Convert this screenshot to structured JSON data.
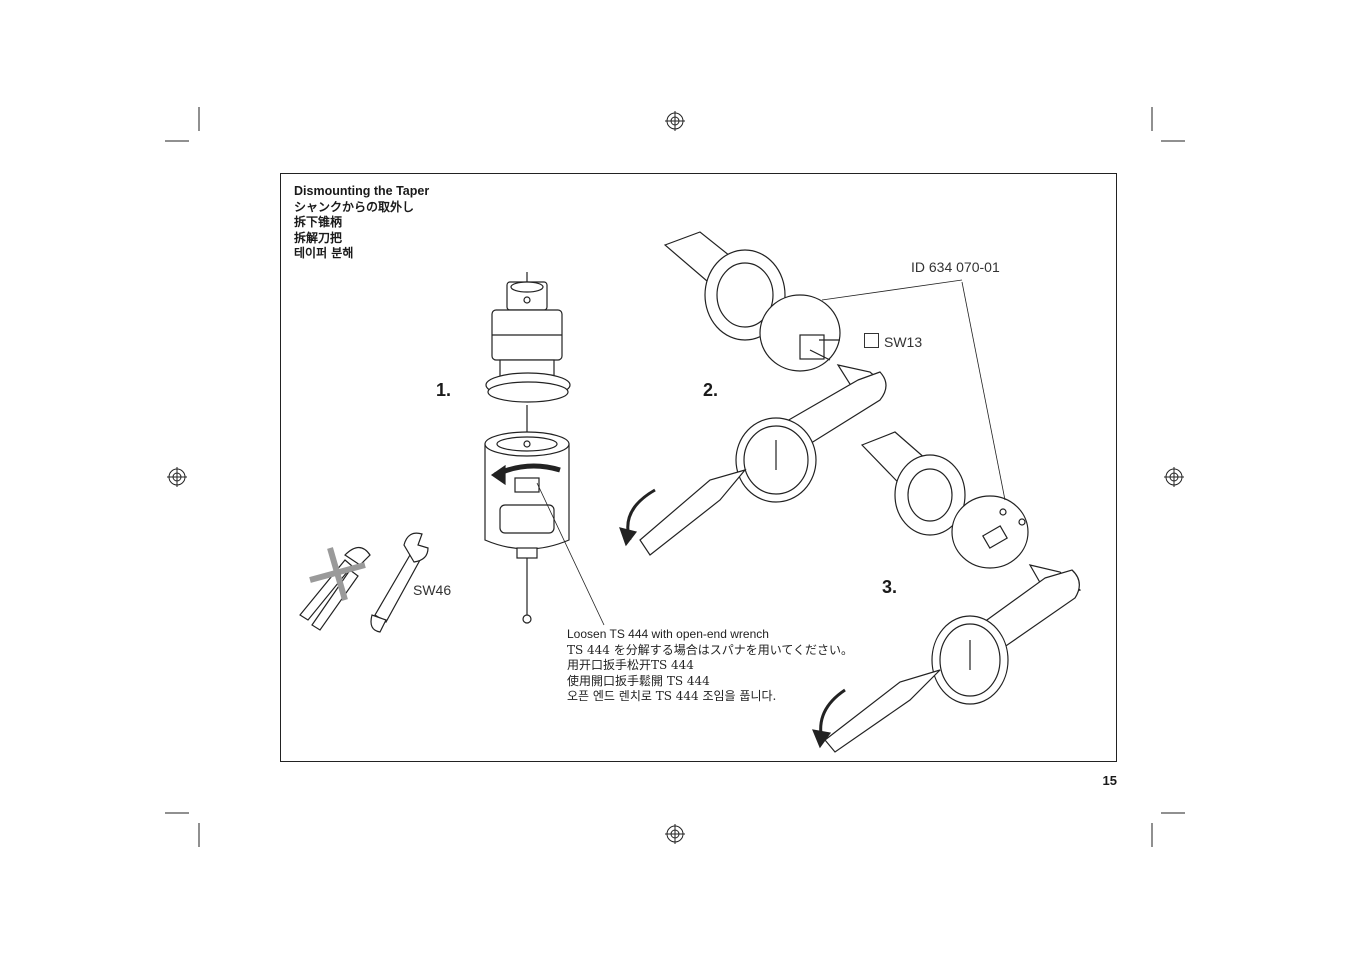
{
  "heading": {
    "en": "Dismounting the Taper",
    "ja": "シャンクからの取外し",
    "zh_cn": "拆下锥柄",
    "zh_tw": "拆解刀把",
    "ko": "테이퍼 분해"
  },
  "steps": [
    "1.",
    "2.",
    "3."
  ],
  "callouts": {
    "tool_id": "ID 634 070-01",
    "sw13": "SW13",
    "sw46": "SW46"
  },
  "caption": {
    "en": "Loosen TS 444 with open-end wrench",
    "ja": "TS 444 を分解する場合はスパナを用いてください。",
    "zh_cn": "用开口扳手松开TS 444",
    "zh_tw": "使用開口扳手鬆開 TS 444",
    "ko": "오픈 엔드 렌치로 TS 444 조임을 풉니다."
  },
  "page_number": "15"
}
